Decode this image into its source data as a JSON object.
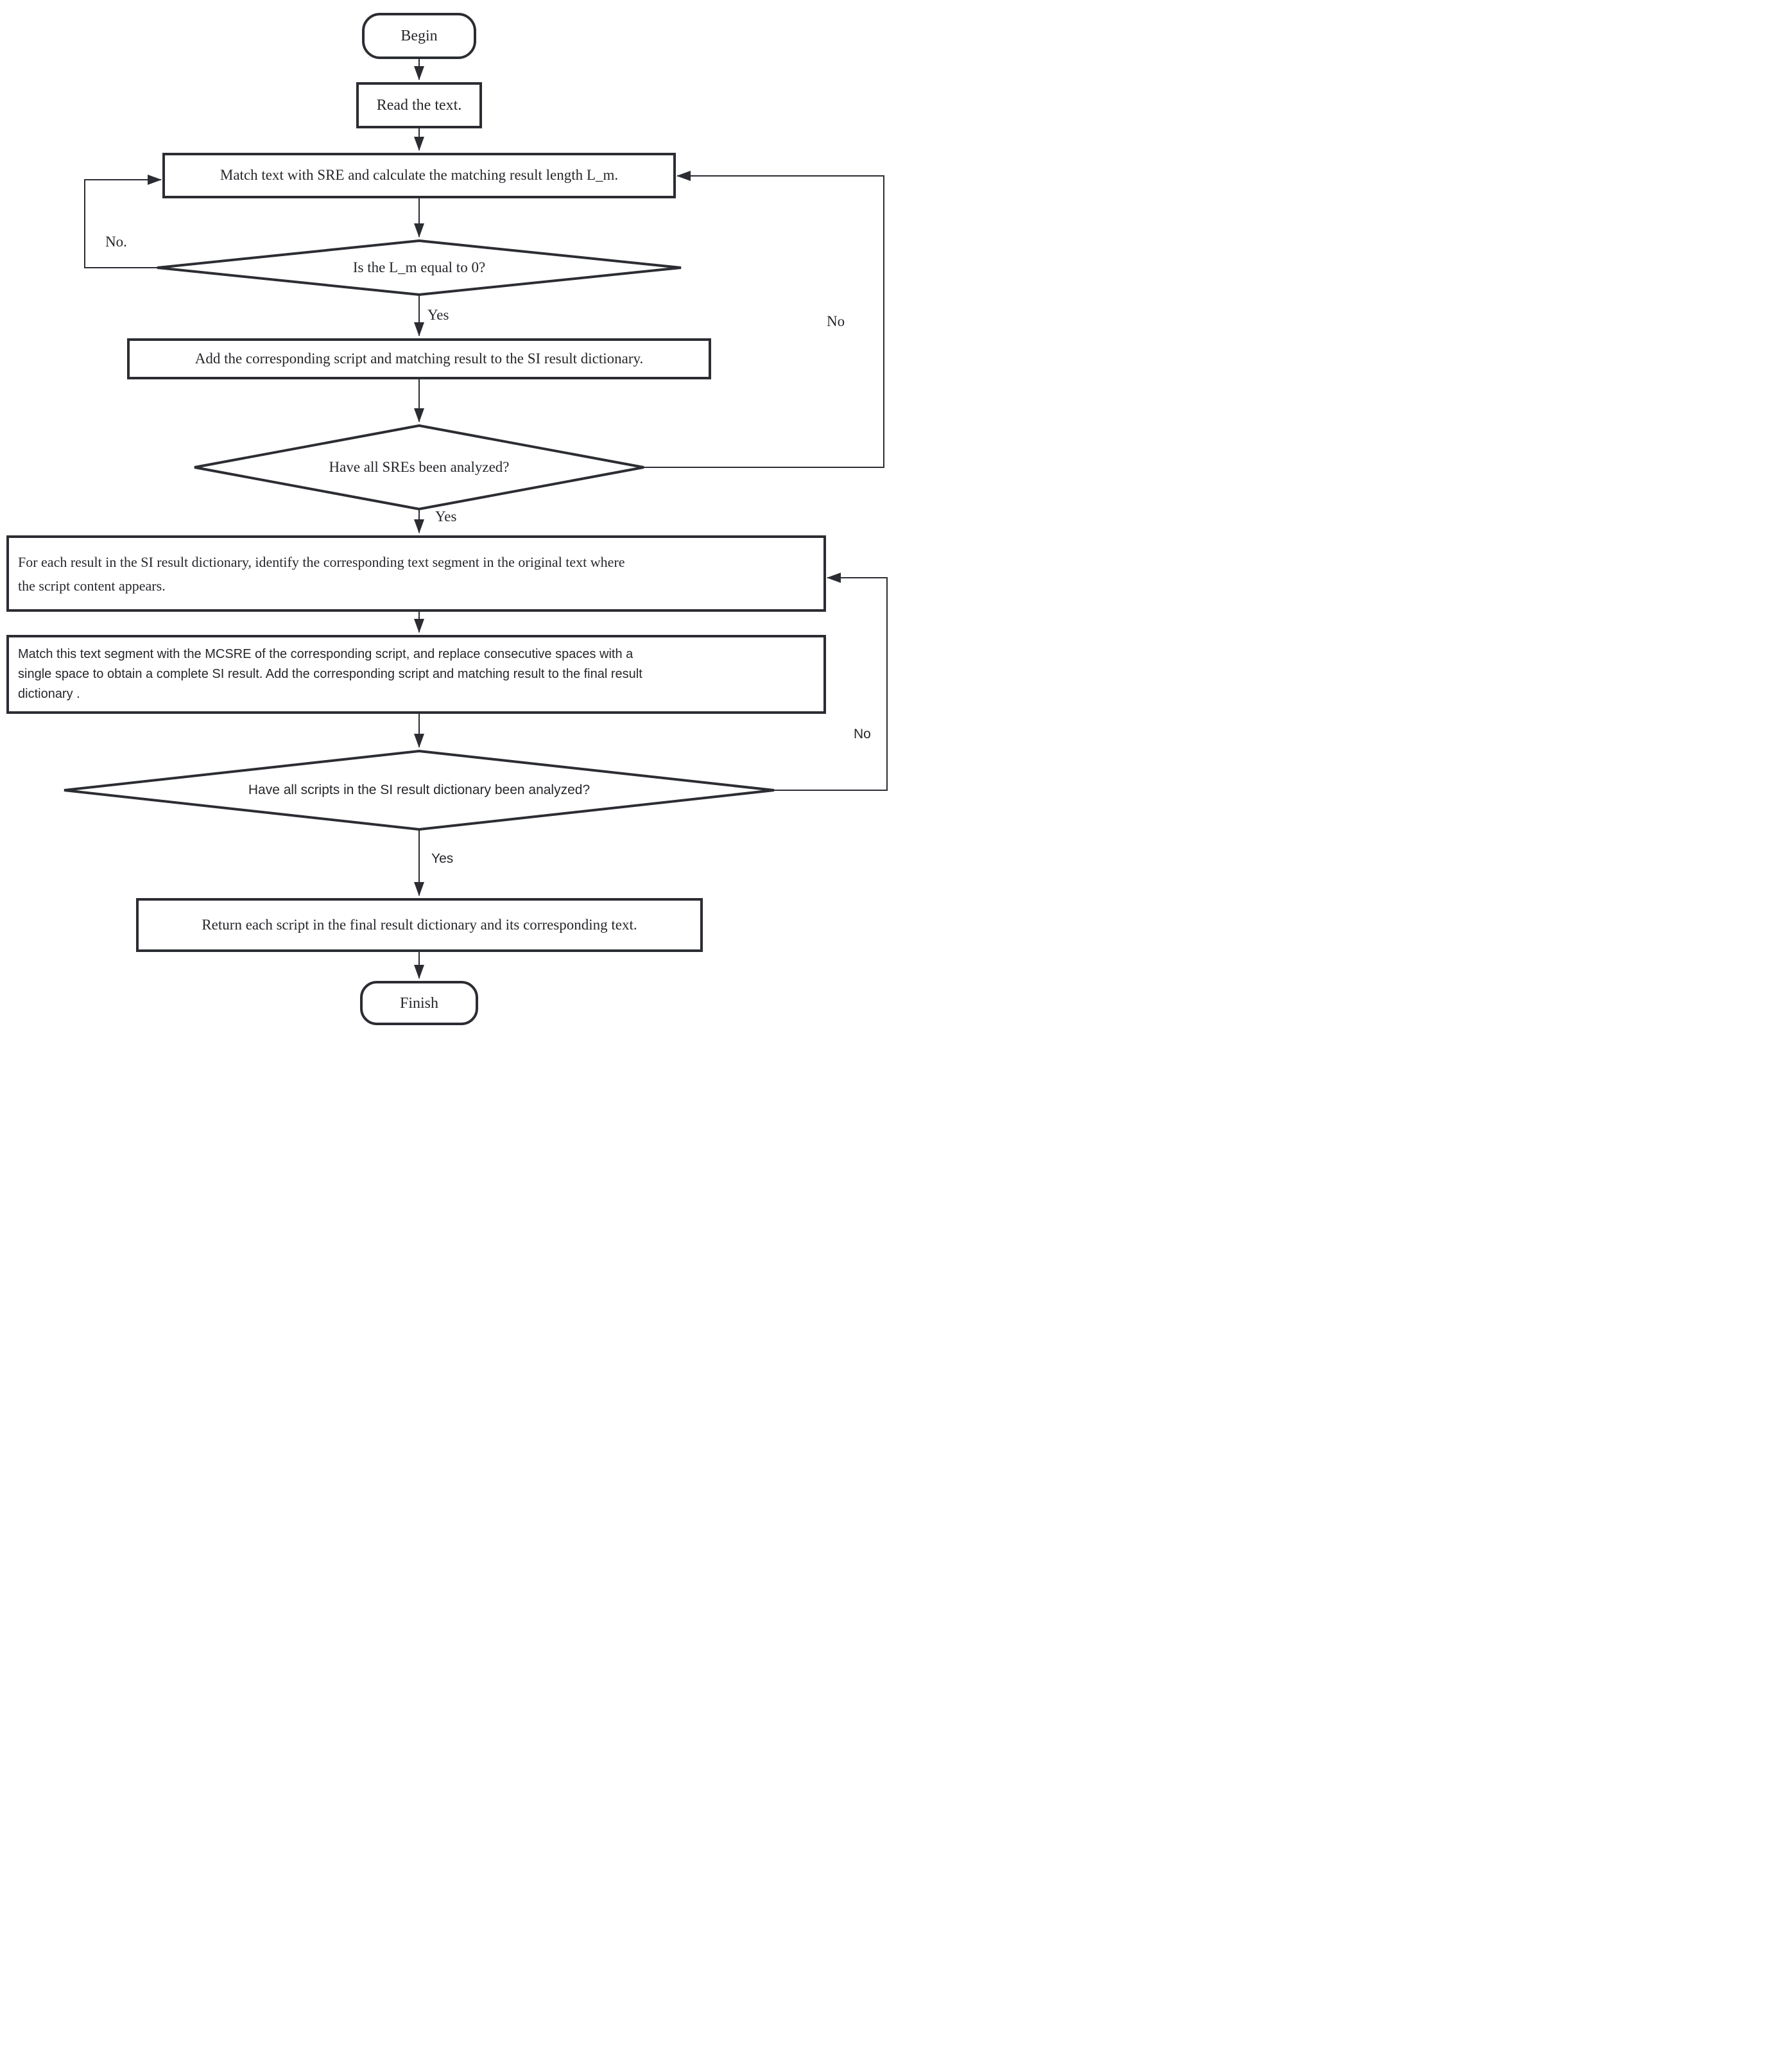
{
  "flowchart": {
    "nodes": {
      "begin": "Begin",
      "read": "Read the text.",
      "match": "Match text with SRE and calculate the matching result length L_m.",
      "decision_lm": "Is the L_m equal to 0?",
      "add_si": "Add the corresponding script and matching result to the SI result dictionary.",
      "decision_sres": "Have all SREs been analyzed?",
      "identify": {
        "lines": [
          "For each result in the SI result dictionary, identify the corresponding text segment in the original text where",
          "the script content appears."
        ]
      },
      "match_mcsre": {
        "lines": [
          "Match this text segment with the MCSRE of the corresponding script, and replace consecutive spaces with a",
          "single space to obtain a complete SI result. Add the corresponding script and matching result  to the final result",
          "dictionary ."
        ]
      },
      "decision_scripts": "Have all scripts in the SI result dictionary been analyzed?",
      "return": "Return each script in the final result dictionary and its corresponding text.",
      "finish": "Finish"
    },
    "edge_labels": {
      "lm_yes": "Yes",
      "lm_no": "No.",
      "sres_yes": "Yes",
      "sres_no": "No",
      "scripts_yes": "Yes",
      "scripts_no": "No"
    },
    "colors": {
      "line": "#2b2d33",
      "text": "#26272b",
      "background": "#ffffff"
    }
  }
}
